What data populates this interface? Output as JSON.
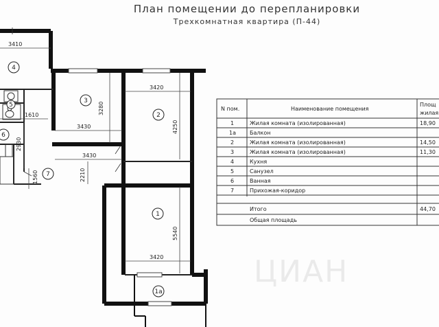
{
  "header": {
    "title": "План помещении до перепланировки",
    "subtitle": "Трехкомнатная квартира (П-44)"
  },
  "plan": {
    "dims": {
      "top_left_width": "3410",
      "room3_top": "3420",
      "room3_height": "3280",
      "room3_width": "3430",
      "hall_small": "1610",
      "bath_height": "2930",
      "corridor_width": "3430",
      "corridor_height": "2210",
      "entry_height": "1560",
      "room2_height": "4250",
      "room1_height": "5540",
      "room1_width": "3420"
    },
    "room_labels": [
      "4",
      "3",
      "2",
      "5",
      "6",
      "7",
      "1",
      "1a"
    ]
  },
  "table": {
    "headers": [
      "N пом.",
      "Наименование помещения",
      "Площ",
      "жилая"
    ],
    "rows": [
      [
        "1",
        "Жилая комната (изолированная)",
        "18,90"
      ],
      [
        "1а",
        "Балкон",
        ""
      ],
      [
        "2",
        "Жилая комната (изолированная)",
        "14,50"
      ],
      [
        "3",
        "Жилая комната (изолированная)",
        "11,30"
      ],
      [
        "4",
        "Кухня",
        ""
      ],
      [
        "5",
        "Санузел",
        ""
      ],
      [
        "6",
        "Ванная",
        ""
      ],
      [
        "7",
        "Прихожая-коридор",
        ""
      ]
    ],
    "total_label": "Итого",
    "total_value": "44,70",
    "area_label": "Общая площадь"
  },
  "watermark": "ЦИАН"
}
